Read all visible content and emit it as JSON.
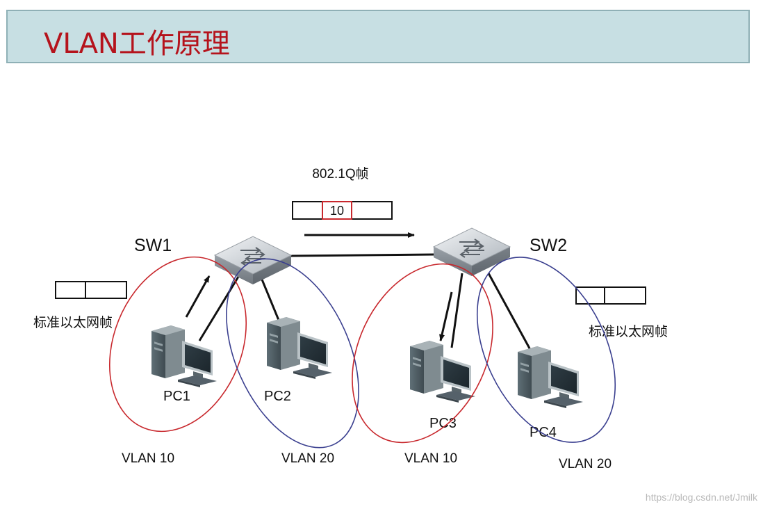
{
  "title": "VLAN工作原理",
  "tagged_frame": {
    "caption": "802.1Q帧",
    "vlan_tag": "10"
  },
  "standard_frame_left": {
    "caption": "标准以太网帧"
  },
  "standard_frame_right": {
    "caption": "标准以太网帧"
  },
  "switches": [
    {
      "label": "SW1"
    },
    {
      "label": "SW2"
    }
  ],
  "pcs": [
    {
      "label": "PC1"
    },
    {
      "label": "PC2"
    },
    {
      "label": "PC3"
    },
    {
      "label": "PC4"
    }
  ],
  "vlans": [
    {
      "label": "VLAN 10",
      "color": "#c8282d"
    },
    {
      "label": "VLAN 20",
      "color": "#3a3f8f"
    },
    {
      "label": "VLAN 10",
      "color": "#c8282d"
    },
    {
      "label": "VLAN 20",
      "color": "#3a3f8f"
    }
  ],
  "watermark": "https://blog.csdn.net/Jmilk",
  "colors": {
    "title_bar": "#c7dfe3",
    "title_text": "#b5131c",
    "tag_border": "#c8282d"
  }
}
